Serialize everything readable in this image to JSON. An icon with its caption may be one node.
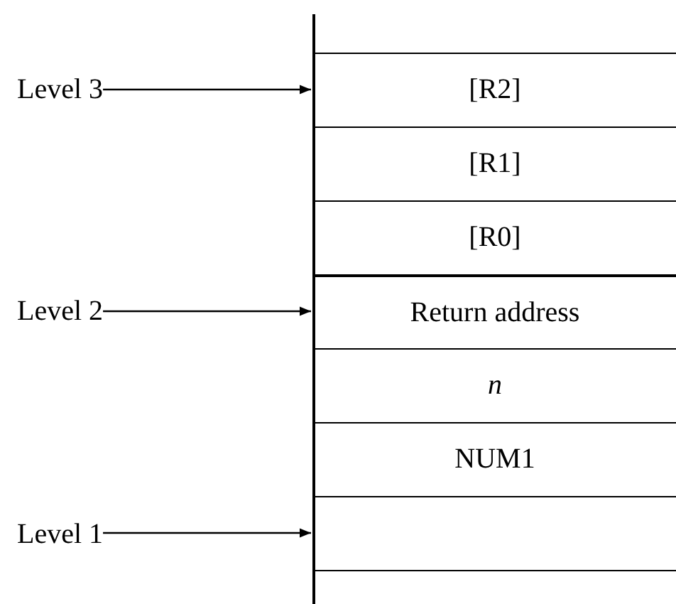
{
  "diagram": {
    "nodes": [
      {
        "text": [
          "Level 3"
        ]
      },
      {
        "text": [
          "[R2]"
        ]
      },
      {
        "text": [
          "[R1]"
        ]
      },
      {
        "text": [
          "[R0]"
        ]
      },
      {
        "text": [
          "Level 2"
        ]
      },
      {
        "text": [
          "Return address"
        ]
      },
      {
        "text": [
          "n"
        ]
      },
      {
        "text": [
          "NUM1"
        ]
      },
      {
        "text": [
          "Level 1"
        ]
      },
      {
        "text": [],
        "shape": "box"
      }
    ],
    "edges": [
      {
        "from": 0,
        "to": 1,
        "arrow": "to"
      },
      {
        "from": 4,
        "to": 5,
        "arrow": "to"
      },
      {
        "from": 8,
        "to": 9,
        "arrow": "to"
      }
    ]
  }
}
